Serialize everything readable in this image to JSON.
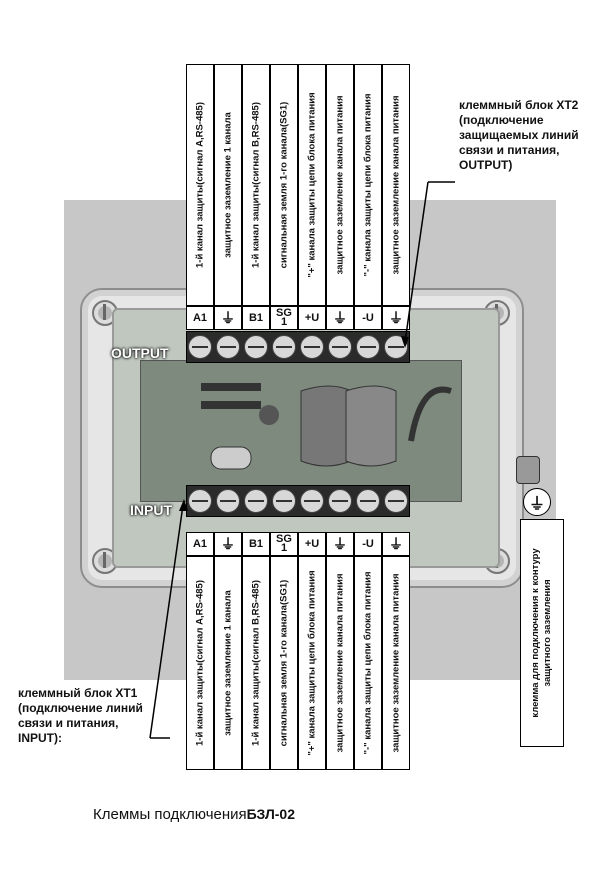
{
  "labels": {
    "output": "OUTPUT",
    "input": "INPUT",
    "xt2": "клеммный блок XT2\n(подключение\nзащищаемых линий\nсвязи и питания,\nOUTPUT)",
    "xt1": "клеммный блок XT1\n(подключение линий\nсвязи и питания,\nINPUT):",
    "ground_terminal": "клемма для подключения к контуру защитного заземления",
    "ground_symbol": "⏚"
  },
  "terminals": [
    {
      "code": "A1",
      "desc": "1-й канал защиты(сигнал A,RS-485)"
    },
    {
      "code": "⏚",
      "desc": "защитное заземление 1 канала"
    },
    {
      "code": "B1",
      "desc": "1-й канал защиты(сигнал B,RS-485)"
    },
    {
      "code": "SG\n1",
      "desc": "сигнальная земля 1-го канала(SG1)"
    },
    {
      "code": "+U",
      "desc": "\"+\" канала защиты цепи блока питания"
    },
    {
      "code": "⏚",
      "desc": "защитное заземление канала питания"
    },
    {
      "code": "-U",
      "desc": "\"-\" канала защиты цепи блока питания"
    },
    {
      "code": "⏚",
      "desc": "защитное заземление канала питания"
    }
  ],
  "caption": {
    "text": "Клеммы подключения",
    "model": "БЗЛ-02"
  }
}
